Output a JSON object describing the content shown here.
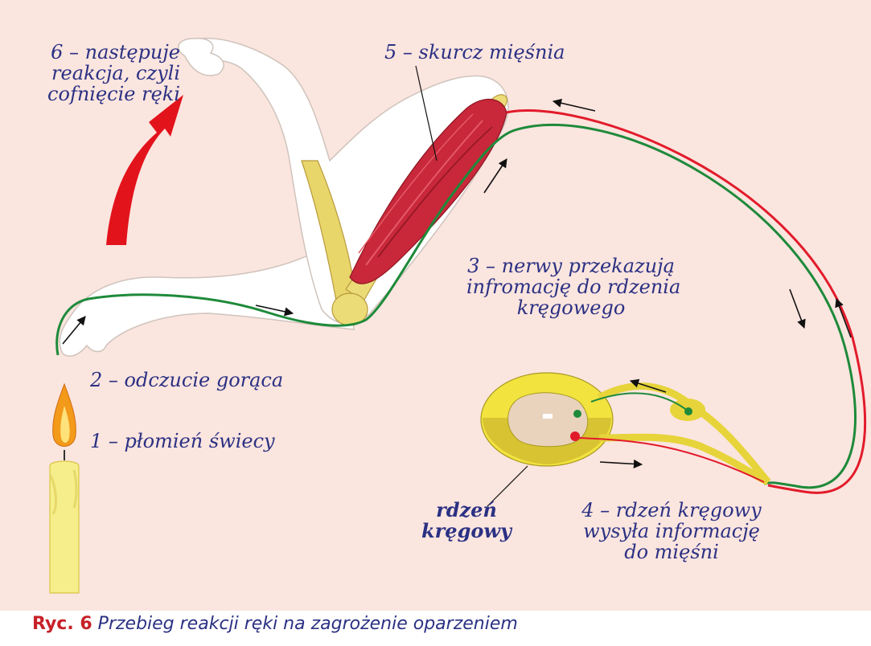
{
  "figure": {
    "labels": {
      "step1": "1 – płomień świecy",
      "step2": "2 – odczucie gorąca",
      "step3": [
        "3 – nerwy przekazują",
        "infromację do rdzenia",
        "kręgowego"
      ],
      "step4": [
        "4 – rdzeń kręgowy",
        "wysyła informację",
        "do mięśni"
      ],
      "step5": "5 – skurcz mięśnia",
      "step6": [
        "6 – następuje",
        "reakcja, czyli",
        "cofnięcie ręki"
      ],
      "spinal_cord": [
        "rdzeń",
        "kręgowy"
      ]
    },
    "caption": {
      "number": "Ryc. 6",
      "text": "Przebieg reakcji ręki na zagrożenie oparzeniem"
    },
    "colors": {
      "background": "#fbe5df",
      "text": "#2b3183",
      "caption_number": "#c72127",
      "sensory_nerve": "#1e8a3a",
      "motor_nerve": "#e21b2b",
      "reaction_arrow": "#e3131c",
      "muscle": "#c8283a",
      "bone": "#e8d66a",
      "candle": "#f6ee8a",
      "spinal_cord_outer": "#f2e33f",
      "spinal_cord_inner": "#e9d3bd"
    },
    "icons": [
      "candle-flame",
      "arm",
      "spinal-cord-cross-section",
      "direction-arrow"
    ]
  }
}
